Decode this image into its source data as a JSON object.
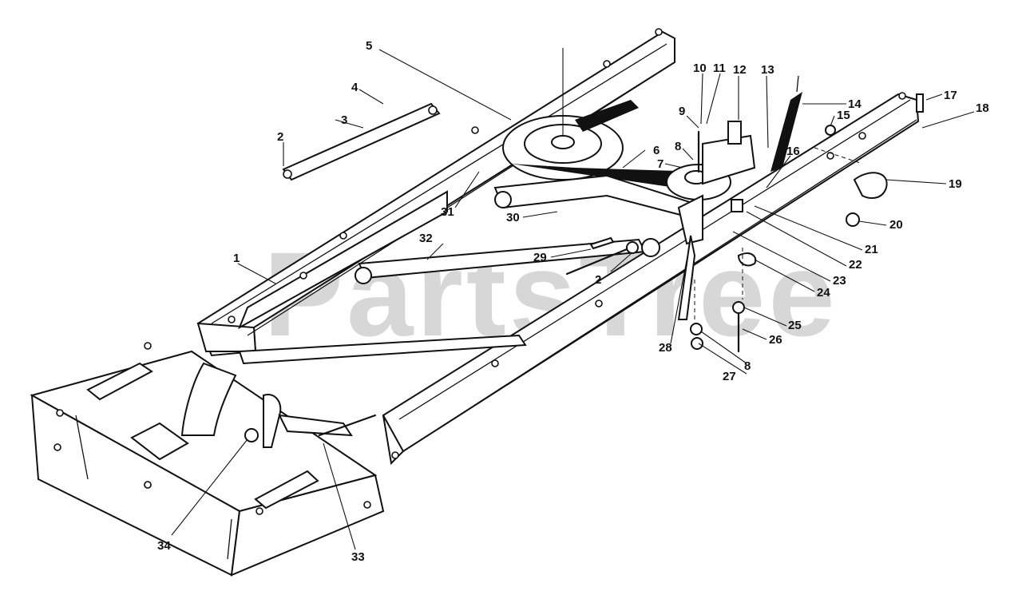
{
  "watermark": "PartsTree",
  "callouts": [
    "1",
    "2",
    "2",
    "3",
    "4",
    "5",
    "6",
    "7",
    "8",
    "8",
    "9",
    "10",
    "11",
    "12",
    "13",
    "14",
    "15",
    "16",
    "17",
    "18",
    "19",
    "20",
    "21",
    "22",
    "23",
    "24",
    "25",
    "26",
    "27",
    "28",
    "29",
    "30",
    "31",
    "32",
    "33",
    "34"
  ]
}
